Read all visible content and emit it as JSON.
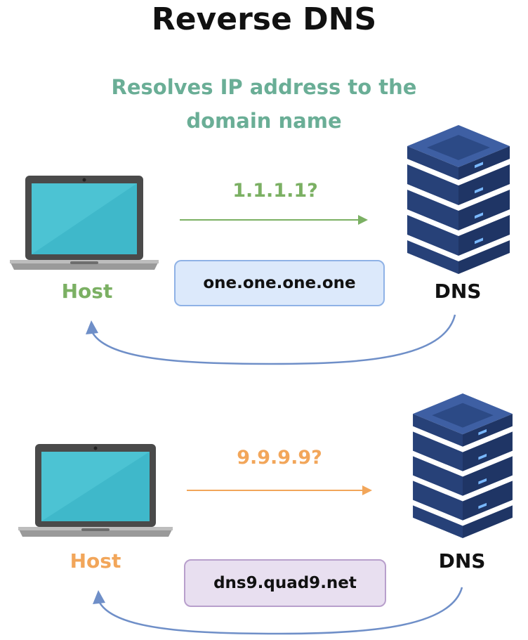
{
  "title": "Reverse DNS",
  "subtitle": {
    "line1": "Resolves IP address to the",
    "line2": "domain name"
  },
  "colors": {
    "subtitle": "#6aae96",
    "green": "#7bb063",
    "orange": "#f2a65a",
    "return_arrow": "#6f8fc8",
    "server": "#2c4a86",
    "laptop_screen": "#4cc3d3"
  },
  "examples": [
    {
      "query": "1.1.1.1?",
      "answer": "one.one.one.one",
      "host_label": "Host",
      "dns_label": "DNS",
      "answer_bg": "#dce9fb",
      "answer_border": "#8fb2e6"
    },
    {
      "query": "9.9.9.9?",
      "answer": "dns9.quad9.net",
      "host_label": "Host",
      "dns_label": "DNS",
      "answer_bg": "#e8dff0",
      "answer_border": "#b89fcc"
    }
  ],
  "icons": {
    "host": "laptop-icon",
    "dns": "server-stack-icon"
  }
}
